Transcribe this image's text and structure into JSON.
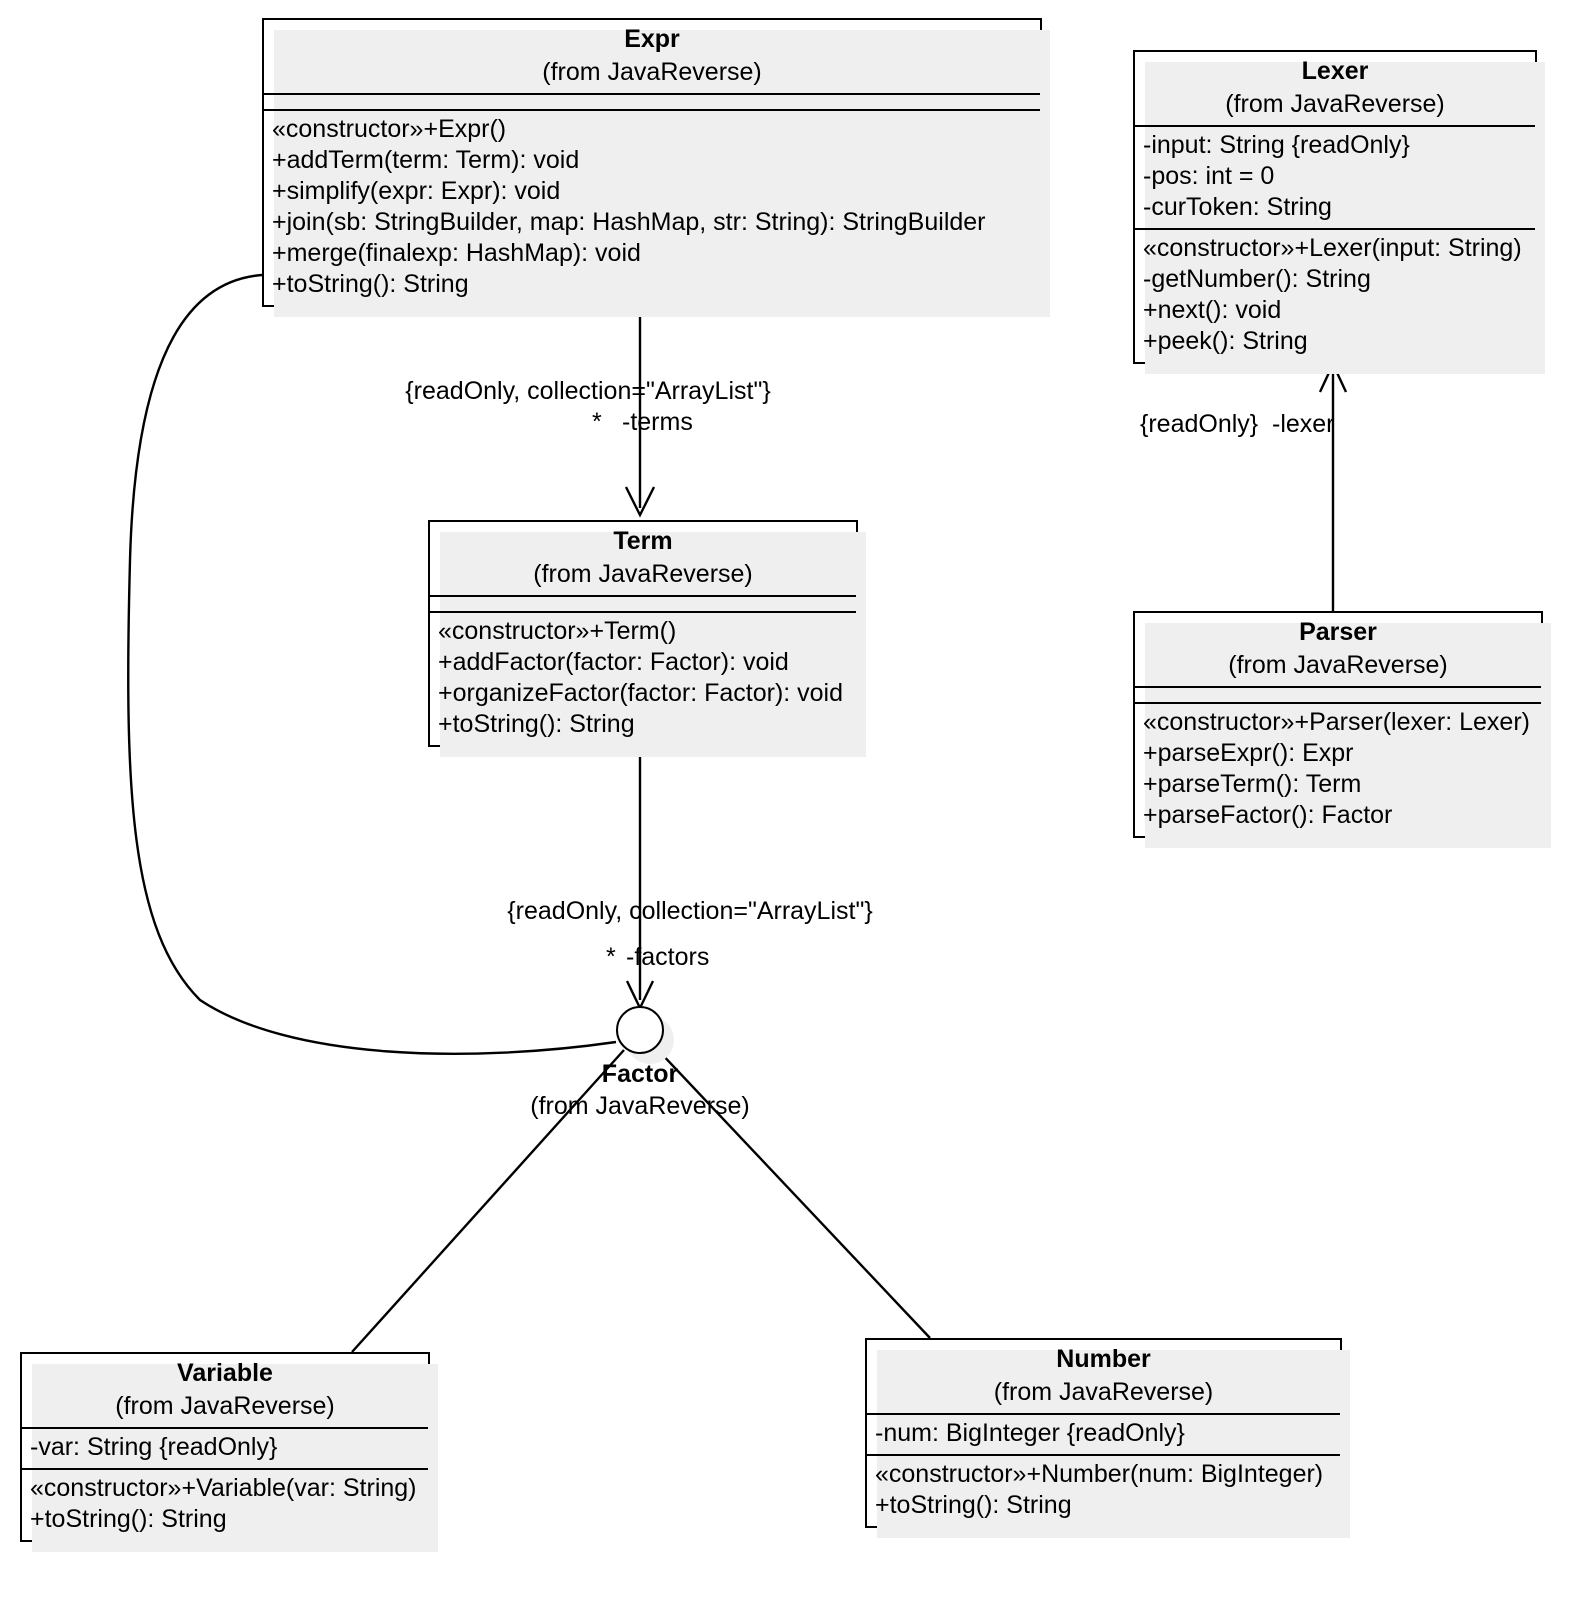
{
  "diagram": {
    "title": "JavaReverse UML Class Diagram",
    "type": "uml-class-diagram",
    "stereotype_constructor": "«constructor»"
  },
  "classes": {
    "expr": {
      "name": "Expr",
      "from": "(from JavaReverse)",
      "attributes": [],
      "operations": [
        "«constructor»+Expr()",
        "+addTerm(term: Term): void",
        "+simplify(expr: Expr): void",
        "+join(sb: StringBuilder, map: HashMap, str: String): StringBuilder",
        "+merge(finalexp: HashMap): void",
        "+toString(): String"
      ]
    },
    "lexer": {
      "name": "Lexer",
      "from": "(from JavaReverse)",
      "attributes": [
        "-input: String {readOnly}",
        "-pos: int = 0",
        "-curToken: String"
      ],
      "operations": [
        "«constructor»+Lexer(input: String)",
        "-getNumber(): String",
        "+next(): void",
        "+peek(): String"
      ]
    },
    "term": {
      "name": "Term",
      "from": "(from JavaReverse)",
      "attributes": [],
      "operations": [
        "«constructor»+Term()",
        "+addFactor(factor: Factor): void",
        "+organizeFactor(factor: Factor): void",
        "+toString(): String"
      ]
    },
    "parser": {
      "name": "Parser",
      "from": "(from JavaReverse)",
      "attributes": [],
      "operations": [
        "«constructor»+Parser(lexer: Lexer)",
        "+parseExpr(): Expr",
        "+parseTerm(): Term",
        "+parseFactor(): Factor"
      ]
    },
    "factor": {
      "name": "Factor",
      "from": "(from JavaReverse)"
    },
    "variable": {
      "name": "Variable",
      "from": "(from JavaReverse)",
      "attributes": [
        "-var: String {readOnly}"
      ],
      "operations": [
        "«constructor»+Variable(var: String)",
        "+toString(): String"
      ]
    },
    "number": {
      "name": "Number",
      "from": "(from JavaReverse)",
      "attributes": [
        "-num: BigInteger {readOnly}"
      ],
      "operations": [
        "«constructor»+Number(num: BigInteger)",
        "+toString(): String"
      ]
    }
  },
  "associations": {
    "expr_terms": {
      "constraint": "{readOnly, collection=\"ArrayList\"}",
      "multiplicity": "*",
      "role": "-terms",
      "source": "Expr",
      "target": "Term"
    },
    "term_factors": {
      "constraint": "{readOnly, collection=\"ArrayList\"}",
      "multiplicity": "*",
      "role": "-factors",
      "source": "Term",
      "target": "Factor"
    },
    "parser_lexer": {
      "constraint": "{readOnly}",
      "role": "-lexer",
      "source": "Parser",
      "target": "Lexer"
    }
  },
  "generalizations": [
    {
      "child": "Variable",
      "parent": "Factor"
    },
    {
      "child": "Number",
      "parent": "Factor"
    },
    {
      "child": "Expr",
      "parent": "Factor"
    }
  ],
  "colors": {
    "line": "#000000",
    "box_fill": "#ffffff",
    "shadow": "#efefef",
    "text": "#000000"
  }
}
